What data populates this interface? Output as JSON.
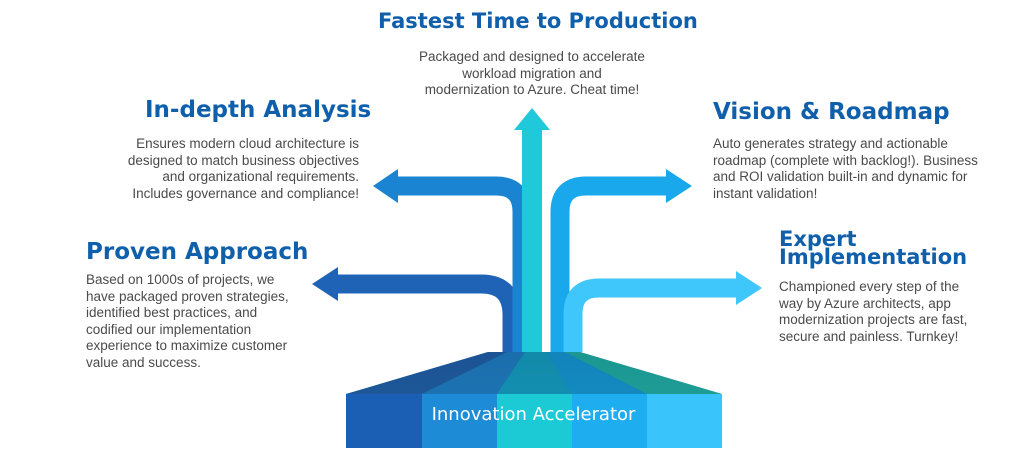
{
  "base": {
    "label": "Innovation Accelerator"
  },
  "sections": {
    "fastest": {
      "title": "Fastest Time to Production",
      "lines": [
        "Packaged and designed to accelerate",
        "workload migration and",
        "modernization to Azure. Cheat time!"
      ]
    },
    "analysis": {
      "title": "In-depth Analysis",
      "lines": [
        "Ensures modern cloud architecture is",
        "designed to match business objectives",
        "and organizational requirements.",
        "Includes governance and compliance!"
      ]
    },
    "vision": {
      "title": "Vision & Roadmap",
      "lines": [
        "Auto generates strategy and actionable",
        "roadmap (complete with backlog!). Business",
        "and ROI validation built-in and dynamic for",
        "instant validation!"
      ]
    },
    "proven": {
      "title": "Proven Approach",
      "lines": [
        "Based on 1000s of projects, we",
        "have packaged proven strategies,",
        "identified best practices, and",
        "codified our implementation",
        "experience to maximize customer",
        "value and success."
      ]
    },
    "expert": {
      "title_line1": "Expert",
      "title_line2": "Implementation",
      "lines": [
        "Championed every step of the",
        "way by Azure architects, app",
        "modernization projects are fast,",
        "secure and painless. Turnkey!"
      ]
    }
  },
  "colors": {
    "title": "#0f5fab",
    "text": "#4a4a4a",
    "arrow_proven": "#1f63b6",
    "arrow_analysis": "#1b84d2",
    "arrow_fastest": "#20c9d9",
    "arrow_vision": "#1aa8ec",
    "arrow_expert": "#3fc6fb"
  }
}
